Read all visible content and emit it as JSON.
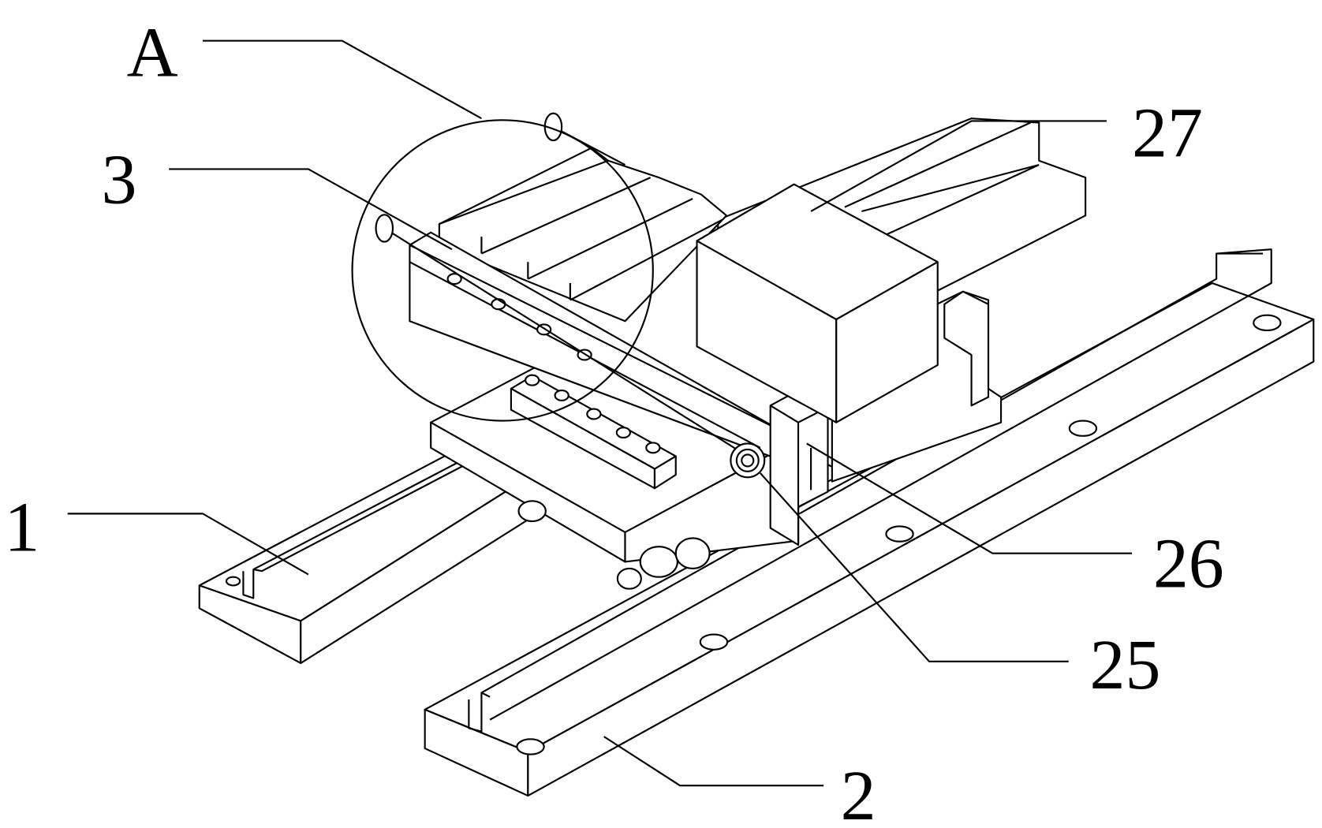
{
  "figure": {
    "labels": {
      "a": "A",
      "l3": "3",
      "l27": "27",
      "l1": "1",
      "l26": "26",
      "l25": "25",
      "l2": "2"
    },
    "line_color": "#000000",
    "background": "#ffffff"
  }
}
